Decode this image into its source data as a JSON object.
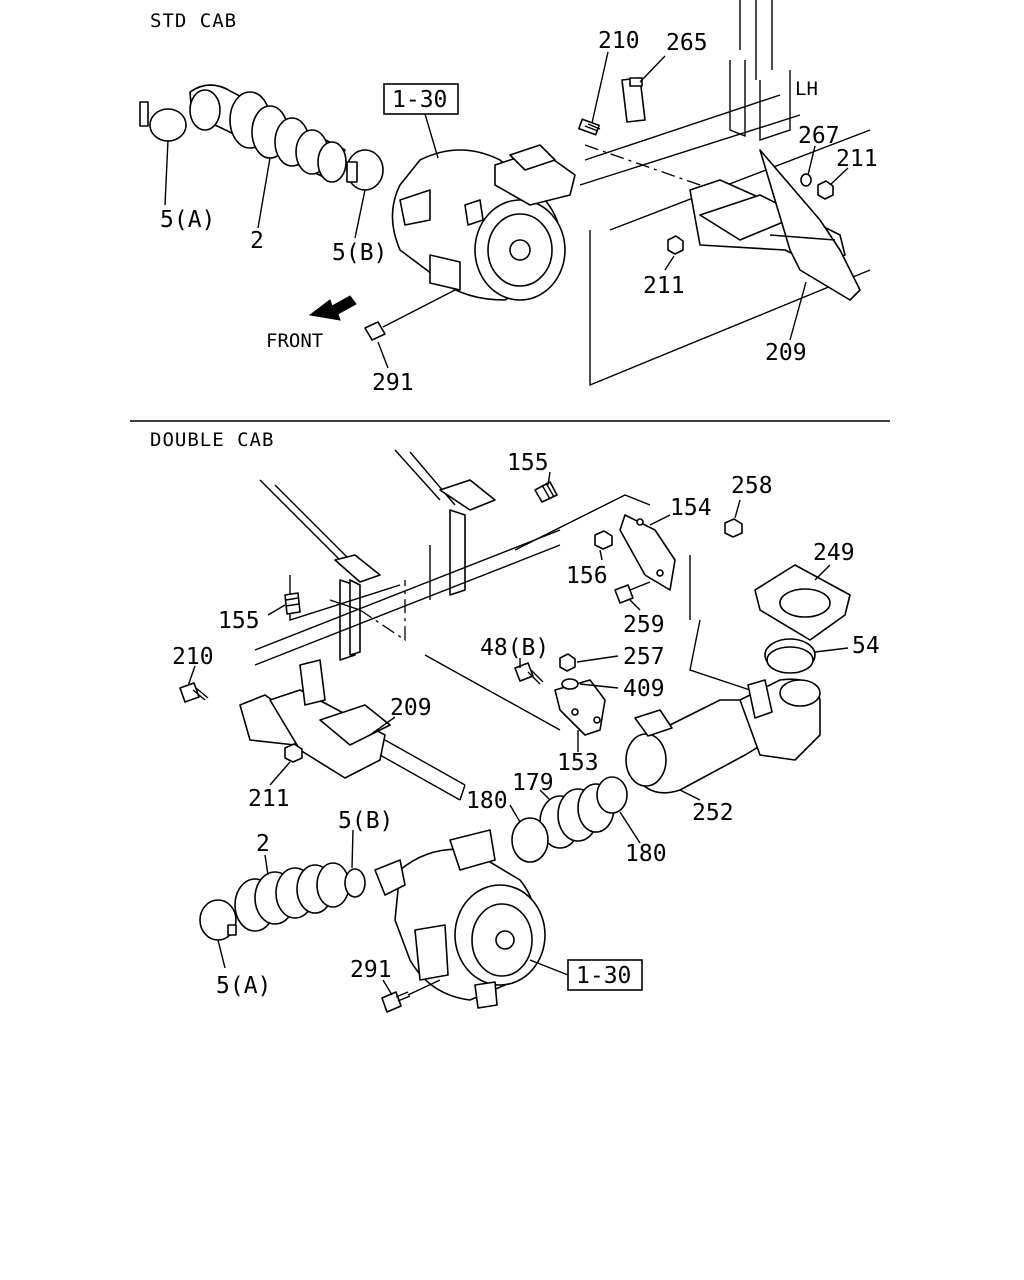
{
  "sections": {
    "std_cab": "STD CAB",
    "double_cab": "DOUBLE CAB"
  },
  "std": {
    "ref_1_30": "1-30",
    "side": "LH",
    "front": "FRONT",
    "labels": {
      "p210": "210",
      "p265": "265",
      "p267": "267",
      "p211a": "211",
      "p211b": "211",
      "p209": "209",
      "p5a": "5(A)",
      "p2": "2",
      "p5b": "5(B)",
      "p291": "291"
    }
  },
  "double": {
    "ref_1_30": "1-30",
    "labels": {
      "p155a": "155",
      "p258": "258",
      "p154": "154",
      "p249": "249",
      "p156": "156",
      "p155b": "155",
      "p259": "259",
      "p54": "54",
      "p210": "210",
      "p48b": "48(B)",
      "p257": "257",
      "p409": "409",
      "p209": "209",
      "p153": "153",
      "p211": "211",
      "p179": "179",
      "p180a": "180",
      "p252": "252",
      "p5b": "5(B)",
      "p180b": "180",
      "p2": "2",
      "p291": "291",
      "p5a": "5(A)"
    }
  }
}
